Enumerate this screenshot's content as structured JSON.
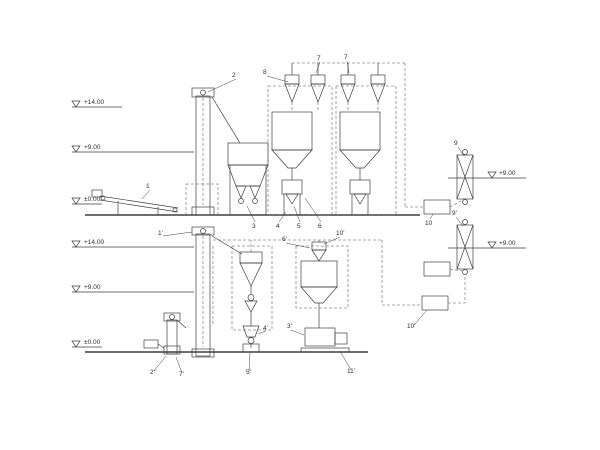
{
  "drawing": {
    "title": "process flow elevation diagram",
    "background": "#ffffff",
    "line_color": "#3f3f3f",
    "elevations": {
      "e1": "+14.00",
      "e2": "+9.00",
      "e3": "±0.00",
      "e4": "+14.00",
      "e5": "+9.00",
      "e6": "±0.00",
      "er1": "+9.00",
      "er2": "+9.00"
    },
    "labels": {
      "l1": "1",
      "l2": "2",
      "l3": "3",
      "l4": "4",
      "l5": "5",
      "l6": "6",
      "l7a": "7",
      "l7b": "7",
      "l8": "8",
      "l9": "9",
      "l9p": "9'",
      "l10": "10",
      "l10p": "10'",
      "l1p": "1'",
      "l2p": "2'",
      "l3p": "3'",
      "l4p": "4'",
      "l5p": "5'",
      "l6p": "6'",
      "l7p": "7'",
      "l10pb": "10'",
      "l11p": "11'"
    }
  }
}
